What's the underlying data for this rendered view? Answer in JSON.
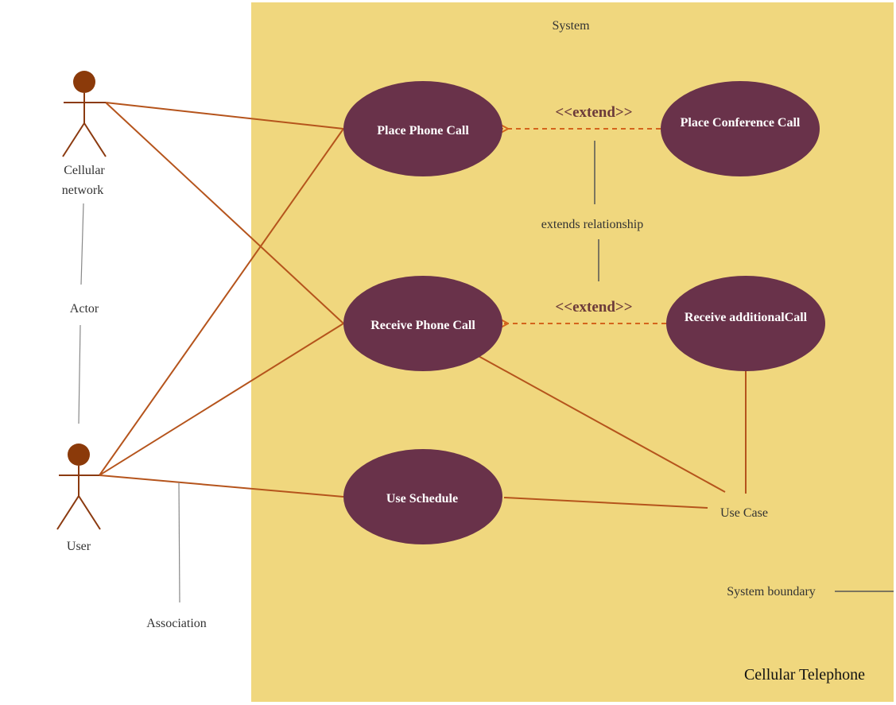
{
  "colors": {
    "system_fill": "#f0d77e",
    "use_case_fill": "#69324a",
    "association_line": "#b5541c",
    "extend_line": "#d4641c",
    "actor_color": "#8b3a0a",
    "note_line": "#888888"
  },
  "system": {
    "header_label": "System",
    "name": "Cellular Telephone"
  },
  "actors": {
    "cellular_network": {
      "line1": "Cellular",
      "line2": "network"
    },
    "user": {
      "label": "User"
    }
  },
  "use_cases": {
    "place_phone_call": "Place Phone Call",
    "place_conference_call": "Place Conference  Call",
    "receive_phone_call": "Receive  Phone Call",
    "receive_additional_call": "Receive  additionalCall",
    "use_schedule": "Use  Schedule"
  },
  "relations": {
    "extend_top": "<<extend>>",
    "extend_bottom": "<<extend>>"
  },
  "annotations": {
    "actor": "Actor",
    "association": "Association",
    "extends_relationship": "extends  relationship",
    "use_case": "Use Case",
    "system_boundary": "System  boundary"
  }
}
